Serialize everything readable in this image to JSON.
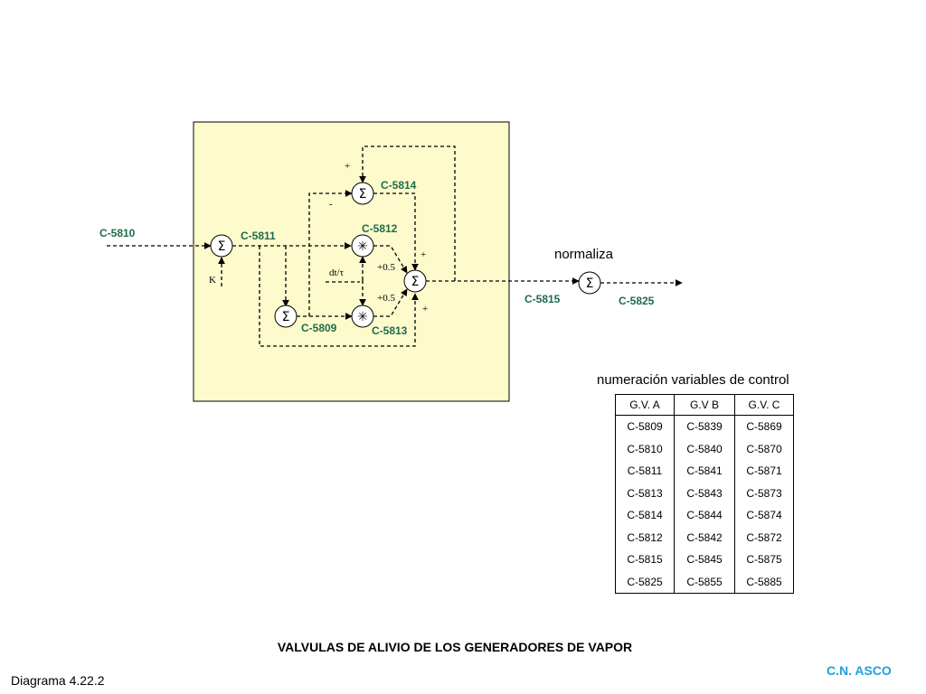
{
  "diagram": {
    "normaliza": "normaliza",
    "k_label": "K",
    "dt_label": "dt/τ",
    "sigma": "Σ",
    "mult": "✳",
    "signs": {
      "plus": "+",
      "minus": "-",
      "half": "+0.5"
    },
    "codes": {
      "c5810": "C-5810",
      "c5811": "C-5811",
      "c5812": "C-5812",
      "c5813": "C-5813",
      "c5814": "C-5814",
      "c5809": "C-5809",
      "c5815": "C-5815",
      "c5825": "C-5825"
    },
    "colors": {
      "box_fill": "#fdfbcc",
      "code_text": "#1f6b4a",
      "org_text": "#1ea0dc"
    }
  },
  "table": {
    "title": "numeración variables de control",
    "headers": [
      "G.V. A",
      "G.V B",
      "G.V. C"
    ],
    "rows": [
      [
        "C-5809",
        "C-5839",
        "C-5869"
      ],
      [
        "C-5810",
        "C-5840",
        "C-5870"
      ],
      [
        "C-5811",
        "C-5841",
        "C-5871"
      ],
      [
        "C-5813",
        "C-5843",
        "C-5873"
      ],
      [
        "C-5814",
        "C-5844",
        "C-5874"
      ],
      [
        "C-5812",
        "C-5842",
        "C-5872"
      ],
      [
        "C-5815",
        "C-5845",
        "C-5875"
      ],
      [
        "C-5825",
        "C-5855",
        "C-5885"
      ]
    ]
  },
  "footer": {
    "title": "VALVULAS DE ALIVIO DE LOS GENERADORES DE VAPOR",
    "diagram_id": "Diagrama 4.22.2",
    "org": "C.N. ASCO"
  }
}
